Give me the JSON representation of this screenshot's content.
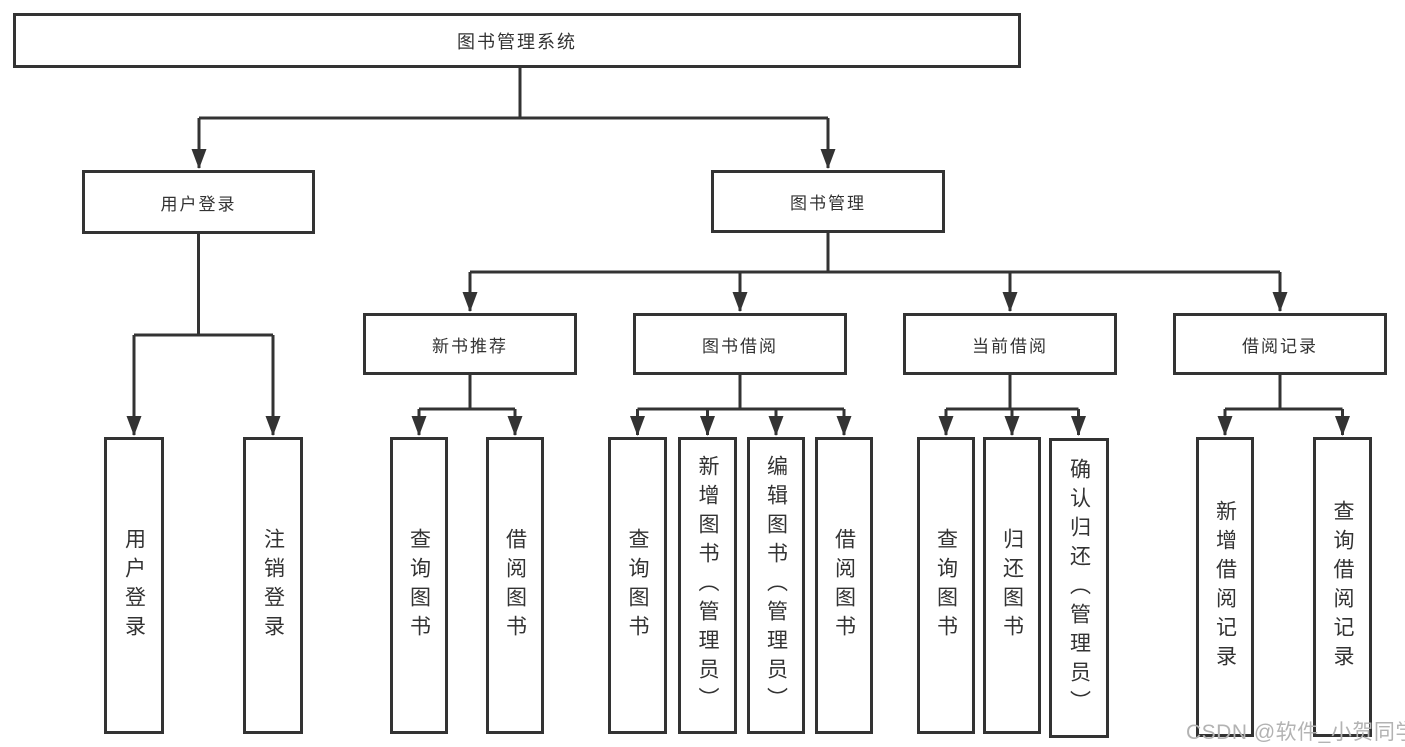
{
  "colors": {
    "line": "#333333",
    "box_border": "#333333",
    "box_fill": "#ffffff",
    "text": "#333333",
    "watermark": "#b3b3b3"
  },
  "tree": {
    "root": {
      "label": "图书管理系统"
    },
    "branches": [
      {
        "label": "用户登录",
        "children": [
          {
            "label": "用户登录"
          },
          {
            "label": "注销登录"
          }
        ]
      },
      {
        "label": "图书管理",
        "children": [
          {
            "label": "新书推荐",
            "children": [
              {
                "label": "查询图书"
              },
              {
                "label": "借阅图书"
              }
            ]
          },
          {
            "label": "图书借阅",
            "children": [
              {
                "label": "查询图书"
              },
              {
                "label": "新增图书（管理员）"
              },
              {
                "label": "编辑图书（管理员）"
              },
              {
                "label": "借阅图书"
              }
            ]
          },
          {
            "label": "当前借阅",
            "children": [
              {
                "label": "查询图书"
              },
              {
                "label": "归还图书"
              },
              {
                "label": "确认归还（管理员）"
              }
            ]
          },
          {
            "label": "借阅记录",
            "children": [
              {
                "label": "新增借阅记录"
              },
              {
                "label": "查询借阅记录"
              }
            ]
          }
        ]
      }
    ]
  },
  "watermark": {
    "label": "CSDN @软件_小贺同学"
  }
}
